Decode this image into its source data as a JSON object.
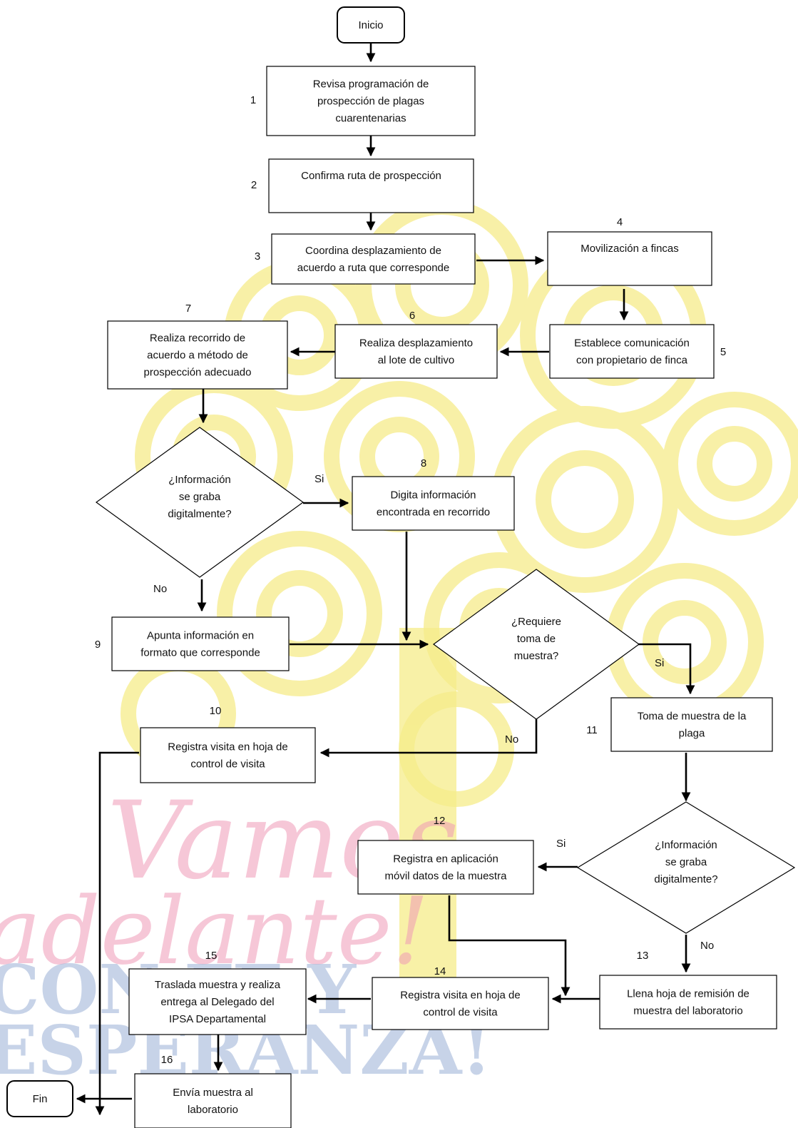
{
  "colors": {
    "watermark_yellow": "#f6ec8a",
    "watermark_pink": "#ef9ab7",
    "watermark_blue": "#9ab0d6",
    "line": "#000000"
  },
  "terminals": {
    "start": "Inicio",
    "end": "Fin"
  },
  "steps": [
    {
      "num": "1",
      "lines": [
        "Revisa programación de",
        "prospección de plagas",
        "cuarentenarias"
      ]
    },
    {
      "num": "2",
      "lines": [
        "Confirma ruta de prospección"
      ]
    },
    {
      "num": "3",
      "lines": [
        "Coordina desplazamiento de",
        "acuerdo a ruta que corresponde"
      ]
    },
    {
      "num": "4",
      "lines": [
        "Movilización a fincas"
      ]
    },
    {
      "num": "5",
      "lines": [
        "Establece comunicación",
        "con propietario de finca"
      ]
    },
    {
      "num": "6",
      "lines": [
        "Realiza desplazamiento",
        "al lote de cultivo"
      ]
    },
    {
      "num": "7",
      "lines": [
        "Realiza recorrido de",
        "acuerdo a método de",
        "prospección adecuado"
      ]
    },
    {
      "num": "8",
      "lines": [
        "Digita información",
        "encontrada en recorrido"
      ]
    },
    {
      "num": "9",
      "lines": [
        "Apunta información en",
        "formato que corresponde"
      ]
    },
    {
      "num": "10",
      "lines": [
        "Registra visita en hoja de",
        "control de visita"
      ]
    },
    {
      "num": "11",
      "lines": [
        "Toma de muestra de la",
        "plaga"
      ]
    },
    {
      "num": "12",
      "lines": [
        "Registra en aplicación",
        "móvil datos de la muestra"
      ]
    },
    {
      "num": "13",
      "lines": [
        "Llena hoja de remisión de",
        "muestra del laboratorio"
      ]
    },
    {
      "num": "14",
      "lines": [
        "Registra visita en hoja de",
        "control de visita"
      ]
    },
    {
      "num": "15",
      "lines": [
        "Traslada muestra y realiza",
        "entrega al Delegado del",
        "IPSA Departamental"
      ]
    },
    {
      "num": "16",
      "lines": [
        "Envía muestra al",
        "laboratorio"
      ]
    }
  ],
  "decisions": [
    {
      "id": "d1",
      "lines": [
        "¿Información",
        "se graba",
        "digitalmente?"
      ]
    },
    {
      "id": "d2",
      "lines": [
        "¿Requiere",
        "toma de",
        "muestra?"
      ]
    },
    {
      "id": "d3",
      "lines": [
        "¿Información",
        "se graba",
        "digitalmente?"
      ]
    }
  ],
  "branch_labels": {
    "d1_yes": "Si",
    "d1_no": "No",
    "d2_yes": "Si",
    "d2_no": "No",
    "d3_yes": "Si",
    "d3_no": "No"
  },
  "watermark": {
    "script_line1": "Vamos",
    "script_line2": "adelante!",
    "block_line1": "CON FE Y",
    "block_line2": "ESPERANZA!"
  }
}
